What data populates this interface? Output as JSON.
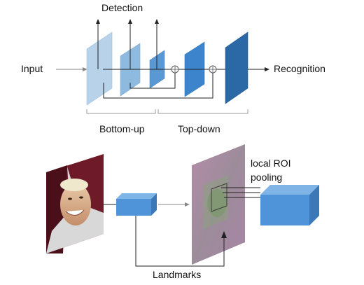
{
  "top_diagram": {
    "output_label": "Detection",
    "input_label": "Input",
    "result_label": "Recognition",
    "bracket_left_label": "Bottom-up",
    "bracket_right_label": "Top-down"
  },
  "bottom_diagram": {
    "pooling_label_line1": "local ROI",
    "pooling_label_line2": "pooling",
    "landmarks_label": "Landmarks"
  },
  "colors": {
    "slab_light": "#b8d2ea",
    "slab_mid": "#7eb0dc",
    "slab_blue": "#3f86cc",
    "slab_dark": "#2b68a6",
    "box3d_front": "#4f93d8",
    "box3d_top": "#7fb4e6",
    "box3d_side": "#3a78b8",
    "lines": "#222222",
    "arrows": "#888888",
    "bracket": "#999999"
  },
  "icons": [
    "face-photo",
    "feature-map-image",
    "sum-node-icon"
  ]
}
